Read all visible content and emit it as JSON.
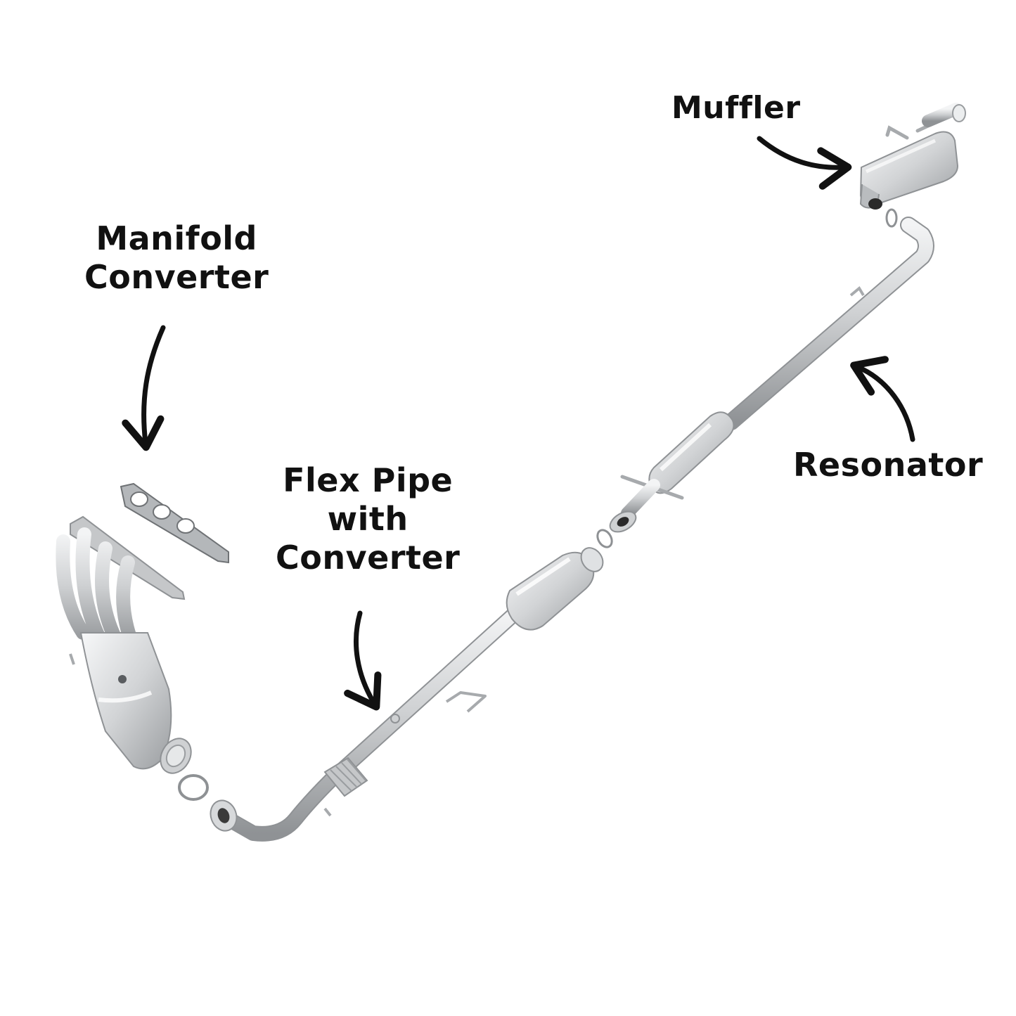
{
  "labels": {
    "muffler": [
      "Muffler"
    ],
    "manifold": [
      "Manifold",
      "Converter"
    ],
    "flex": [
      "Flex Pipe",
      "with",
      "Converter"
    ],
    "resonator": [
      "Resonator"
    ]
  },
  "colors": {
    "text": "#111111",
    "arrow": "#111111",
    "metal": "#c9cbcd",
    "metal_dark": "#9a9da0",
    "metal_light": "#eceeef",
    "gasket": "#8e9194"
  }
}
